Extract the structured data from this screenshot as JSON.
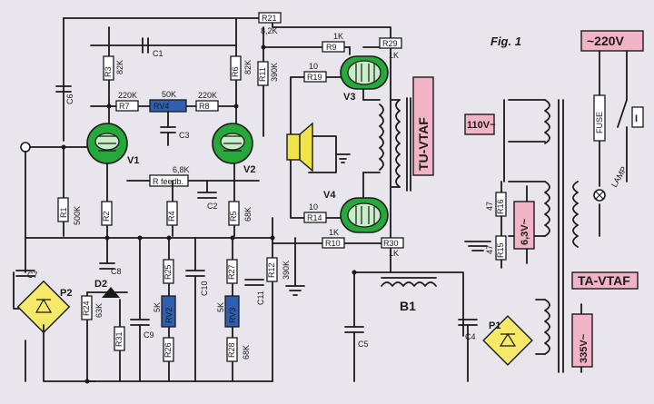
{
  "figure": {
    "title": "Fig. 1"
  },
  "tubes": {
    "v1": "V1",
    "v2": "V2",
    "v3": "V3",
    "v4": "V4"
  },
  "resistors": {
    "r21": "R21",
    "r21_val": "8,2K",
    "r3": "R3",
    "r3_val": "82K",
    "r6": "R6",
    "r6_val": "82K",
    "r11": "R11",
    "r11_val": "390K",
    "r9": "R9",
    "r9_val": "1K",
    "r29": "R29",
    "r29_val": "1K",
    "r19": "R19",
    "r19_val": "10",
    "r7": "R7",
    "r7_val": "220K",
    "r8": "R8",
    "r8_val": "220K",
    "rv4": "RV4",
    "rv4_val": "50K",
    "rfeedb": "R feedb.",
    "rfeedb_val": "6,8K",
    "r1": "R1",
    "r1_val": "500K",
    "r2": "R2",
    "r4": "R4",
    "r5": "R5",
    "r14": "R14",
    "r14_val": "10",
    "r10": "R10",
    "r10_val": "1K",
    "r30": "R30",
    "r30_val": "1K",
    "r12": "R12",
    "r12_val": "390K",
    "r25": "R25",
    "r26": "R26",
    "r27": "R27",
    "r28": "R28",
    "rv2": "RV2",
    "rv2_val": "5K",
    "rv3": "RV3",
    "rv3_val": "5K",
    "r24": "R24",
    "r24_val": "63K",
    "r31": "R31",
    "r15": "R15",
    "r15_val": "47",
    "r16": "R16",
    "r16_val": "47",
    "v68k_1": "68K",
    "v68k_2": "68K"
  },
  "caps": {
    "c1": "C1",
    "c2": "C2",
    "c3": "C3",
    "c4": "C4",
    "c5": "C5",
    "c6": "C6",
    "c7": "C7",
    "c8": "C8",
    "c9": "C9",
    "c10": "C10",
    "c11": "C11"
  },
  "parts": {
    "p1": "P1",
    "p2": "P2",
    "d2": "D2",
    "b1": "B1",
    "fuse": "FUSE",
    "lamp": "LAMP",
    "switch": "I"
  },
  "transformers": {
    "output": "TU-VTAF",
    "mains": "TA-VTAF"
  },
  "voltages": {
    "mains": "~220V",
    "tap_110": "110V~",
    "heater": "6,3V~",
    "ht": "335V~"
  }
}
